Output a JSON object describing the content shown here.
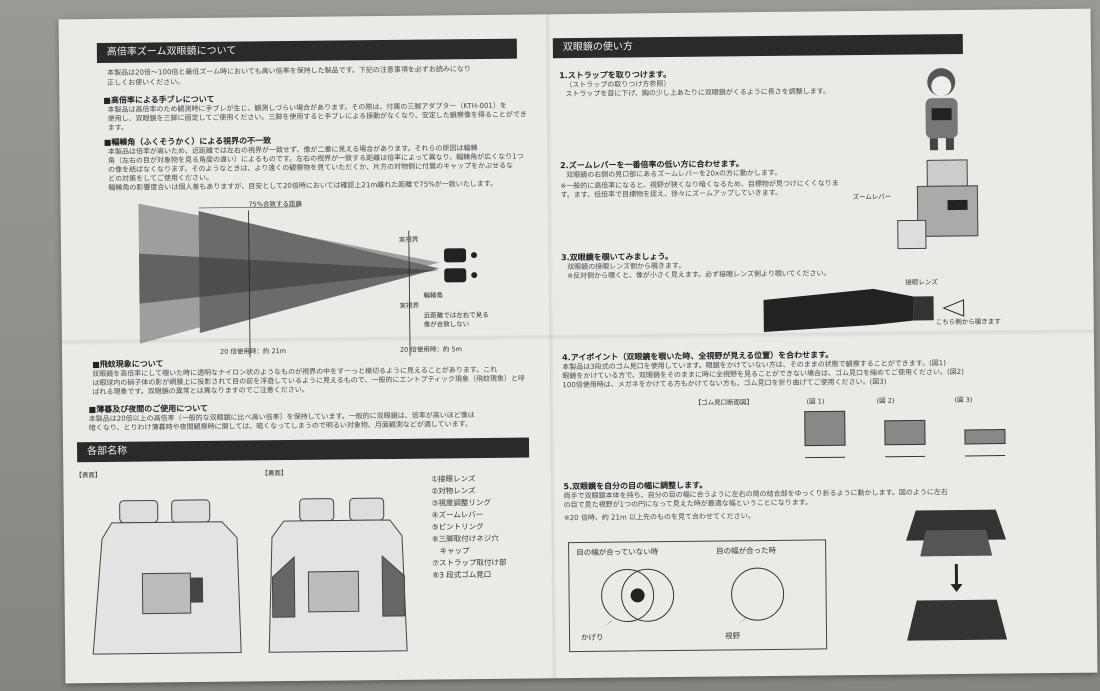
{
  "left": {
    "banner_title": "高倍率ズーム双眼鏡について",
    "intro": [
      "本製品は20倍～100倍と最低ズーム時においても高い倍率を保持した製品です。下記の注意事項を必ずお読みになり",
      "正しくお使いください。"
    ],
    "sec1": {
      "heading": "■高倍率による手ブレについて",
      "lines": [
        "本製品は高倍率のため観測時に手ブレが生じ、観測しづらい場合があります。その際は、付属の三脚アダプター（KTH-001）を",
        "使用し、双眼鏡を三脚に固定してご使用ください。三脚を使用すると手ブレによる振動がなくなり、安定した観察像を得ることができ",
        "ます。"
      ]
    },
    "sec2": {
      "heading": "■輻輳角（ふくそうかく）による視界の不一致",
      "lines": [
        "本製品は倍率が高いため、近距離では左右の視界が一致せず、像が二重に見える場合があります。それらの原因は輻輳",
        "角（左右の目が対象物を見る角度の違い）によるものです。左右の視界が一致する距離は倍率によって異なり、輻輳角が広くなり1つ",
        "の像を結ばなくなります。そのようなときは、より遠くの観察物を見ていただくか、片方の対物側に付属のキャップをかぶせるな",
        "どの対策をしてご使用ください。",
        "輻輳角の影響度合いは個人差もありますが、目安として20倍時においては確認上21m離れた距離で75%が一致いたします。"
      ]
    },
    "diagram": {
      "label_75": "75%合致する距離",
      "label_field": "実視界",
      "label_conv": "輻輳角",
      "label_field2": "実視界",
      "label_near": [
        "近距離では左右で見る",
        "像が合致しない"
      ],
      "label_20": "20 倍使用時：約 21m",
      "label_20b": "20 倍使用時：約 5m"
    },
    "sec3": {
      "heading": "■飛蚊現象について",
      "lines": [
        "双眼鏡を高倍率にして覗いた時に透明なナイロン状のようなものが視界の中をすーっと横切るように見えることがあります。これ",
        "は眼球内の硝子体の影が網膜上に投影されて目の前を浮遊しているように見えるもので、一般的にエントプティック現象（飛蚊現象）と呼",
        "ばれる現象です。双眼鏡の異常とは異なりますのでご注意ください。"
      ]
    },
    "sec4": {
      "heading": "■薄暮及び夜間のご使用について",
      "lines": [
        "本製品は20倍以上の高倍率（一般的な双眼鏡に比べ高い倍率）を保持しています。一般的に双眼鏡は、倍率が高いほど像は",
        "暗くなり、とりわけ薄暮時や夜間観察時に関しては、暗くなってしまうので明るい対象物、月面観測などが適しています。"
      ]
    },
    "parts_banner": "各部名称",
    "front_label": "【表面】",
    "back_label": "【裏面】",
    "parts": [
      "①接眼レンズ",
      "②対物レンズ",
      "③視度調整リング",
      "④ズームレバー",
      "⑤ピントリング",
      "⑥三脚取付けネジ穴",
      "　キャップ",
      "⑦ストラップ取付け部",
      "⑧3 段式ゴム見口"
    ]
  },
  "right": {
    "banner_title": "双眼鏡の使い方",
    "step1": {
      "heading": "1.ストラップを取りつけます。",
      "lines": [
        "（ストラップの取りつけ方参照）",
        "ストラップを首に下げ、胸の少し上あたりに双眼鏡がくるように長さを調整します。"
      ]
    },
    "step2": {
      "heading": "2.ズームレバーを一番倍率の低い方に合わせます。",
      "lines": [
        "双眼鏡の右側の見口部にあるズームレバーを20xの方に動かします。",
        "※一般的に高倍率になると、視野が狭くなり暗くなるため、目標物が見つけにくくなりま",
        "す。ます、低倍率で目標物を捉え、徐々にズームアップしていきます。"
      ],
      "zoom_label": "ズームレバー"
    },
    "step3": {
      "heading": "3.双眼鏡を覗いてみましょう。",
      "lines": [
        "双眼鏡の接眼レンズ側から覗きます。",
        "※反対側から覗くと、像が小さく見えます。必ず接眼レンズ側より覗いてください。"
      ],
      "eyepiece_label": "接眼レンズ",
      "look_label": "こちら側から覗きます"
    },
    "step4": {
      "heading": "4.アイポイント（双眼鏡を覗いた時、全視野が見える位置）を合わせます。",
      "lines": [
        "本製品は3段式のゴム見口を使用しています。眼鏡をかけていない方は、そのままの状態で観察することができます。(図1)",
        "眼鏡をかけている方で、双眼鏡をそのままに時に全視野を見ることができない場合は、ゴム見口を縮めてご使用ください。(図2)",
        "100倍使用時は、メガネをかけてる方もかけてない方も、ゴム見口を折り曲げてご使用ください。(図3)"
      ],
      "cross_label": "【ゴム見口断面図】",
      "fig1": "(図 1)",
      "fig2": "(図 2)",
      "fig3": "(図 3)"
    },
    "step5": {
      "heading": "5.双眼鏡を自分の目の幅に調整します。",
      "lines": [
        "両手で双眼鏡本体を持ち、自分の目の幅に合うように左右の筒の結合部をゆっくり折るように動かします。図のように左右",
        "の目で見た視野が1つの円になって見えた時が最適な幅ということになります。",
        "※20 倍時、約 21m 以上先のものを見て合わせてください。"
      ],
      "not_matched": "目の幅が合っていない時",
      "matched": "目の幅が合った時",
      "shadow": "かげり",
      "field": "視野"
    }
  }
}
